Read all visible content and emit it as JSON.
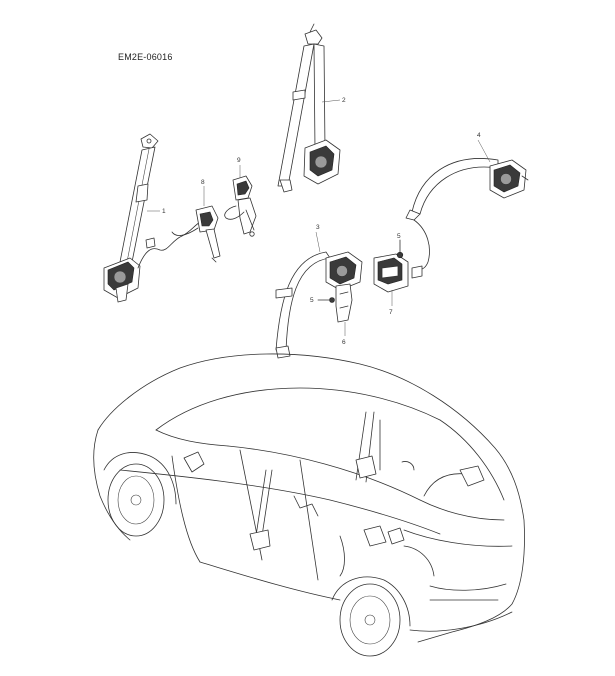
{
  "diagram": {
    "reference_code": "EM2E-06016",
    "callouts": [
      {
        "id": "c1",
        "text": "1"
      },
      {
        "id": "c2",
        "text": "2"
      },
      {
        "id": "c3",
        "text": "3"
      },
      {
        "id": "c4",
        "text": "4"
      },
      {
        "id": "c5a",
        "text": "5"
      },
      {
        "id": "c5b",
        "text": "5"
      },
      {
        "id": "c6",
        "text": "6"
      },
      {
        "id": "c7",
        "text": "7"
      },
      {
        "id": "c8",
        "text": "8"
      },
      {
        "id": "c9",
        "text": "9"
      }
    ]
  }
}
